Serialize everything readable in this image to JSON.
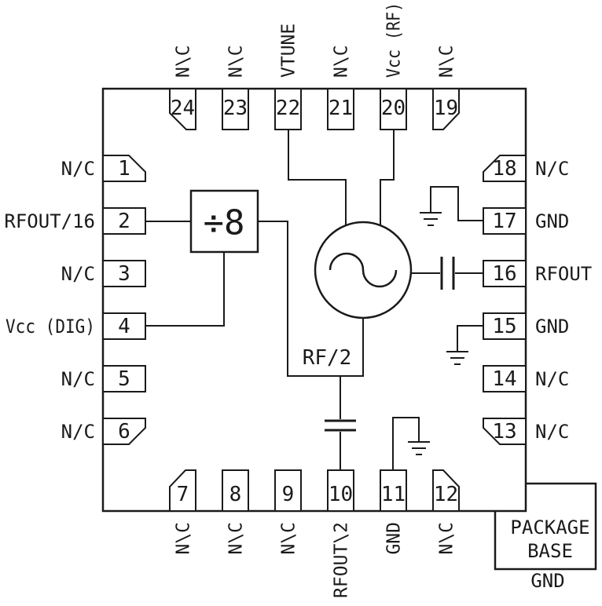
{
  "diagram": {
    "title": "24-pin VCO package functional diagram",
    "divider_label": "÷8",
    "rf2_label": "RF/2",
    "package_base": {
      "line1": "PACKAGE",
      "line2": "BASE",
      "gnd": "GND"
    }
  },
  "pins": {
    "top": [
      {
        "number": "24",
        "label": "N/C"
      },
      {
        "number": "23",
        "label": "N/C"
      },
      {
        "number": "22",
        "label": "VTUNE"
      },
      {
        "number": "21",
        "label": "N/C"
      },
      {
        "number": "20",
        "label": "Vcc (RF)"
      },
      {
        "number": "19",
        "label": "N/C"
      }
    ],
    "left": [
      {
        "number": "1",
        "label": "N/C"
      },
      {
        "number": "2",
        "label": "RFOUT/16"
      },
      {
        "number": "3",
        "label": "N/C"
      },
      {
        "number": "4",
        "label": "Vcc (DIG)"
      },
      {
        "number": "5",
        "label": "N/C"
      },
      {
        "number": "6",
        "label": "N/C"
      }
    ],
    "right": [
      {
        "number": "18",
        "label": "N/C"
      },
      {
        "number": "17",
        "label": "GND"
      },
      {
        "number": "16",
        "label": "RFOUT"
      },
      {
        "number": "15",
        "label": "GND"
      },
      {
        "number": "14",
        "label": "N/C"
      },
      {
        "number": "13",
        "label": "N/C"
      }
    ],
    "bottom": [
      {
        "number": "7",
        "label": "N/C"
      },
      {
        "number": "8",
        "label": "N/C"
      },
      {
        "number": "9",
        "label": "N/C"
      },
      {
        "number": "10",
        "label": "RFOUT/2"
      },
      {
        "number": "11",
        "label": "GND"
      },
      {
        "number": "12",
        "label": "N/C"
      }
    ]
  },
  "colors": {
    "line": "#1a1a1a",
    "background": "#ffffff"
  }
}
